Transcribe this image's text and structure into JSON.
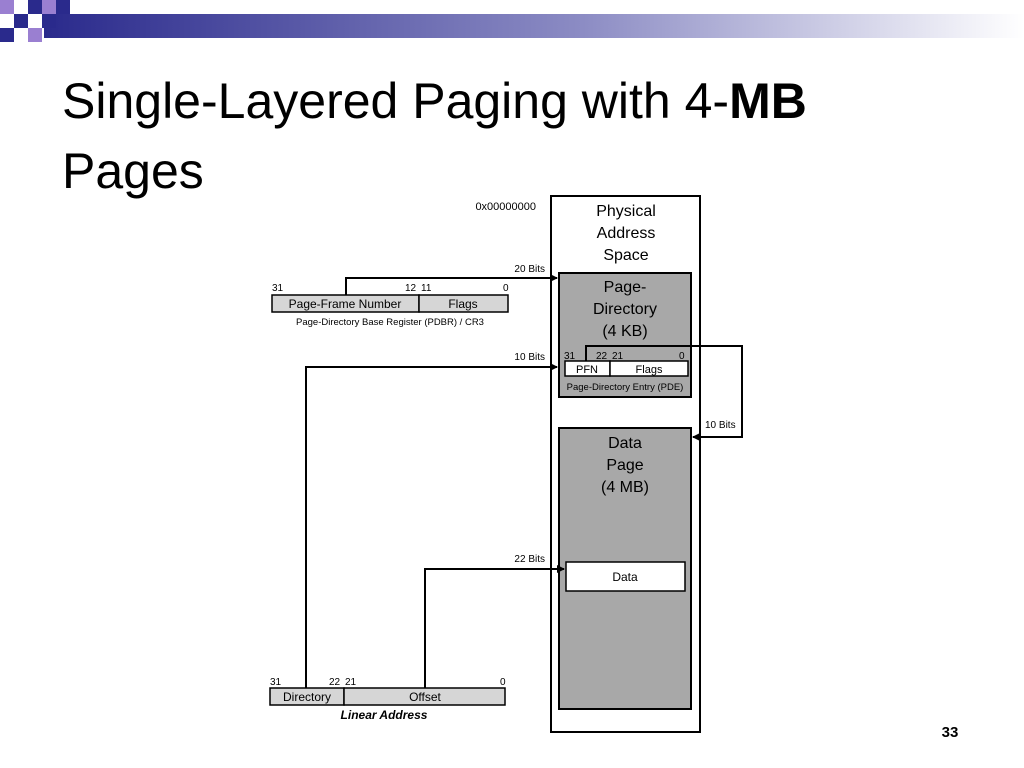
{
  "slide": {
    "title_part1": "Single-Layered Paging with 4-",
    "title_bold": "MB",
    "title_part2": "Pages",
    "number": "33"
  },
  "diagram": {
    "address_zero": "0x00000000",
    "physical_space": [
      "Physical",
      "Address",
      "Space"
    ],
    "page_directory": [
      "Page-",
      "Directory",
      "(4 KB)"
    ],
    "data_page": [
      "Data",
      "Page",
      "(4 MB)"
    ],
    "pdbr": {
      "bit_31": "31",
      "bit_12": "12",
      "bit_11": "11",
      "bit_0": "0",
      "field_pfn": "Page-Frame Number",
      "field_flags": "Flags",
      "caption": "Page-Directory Base Register (PDBR) / CR3"
    },
    "pde": {
      "bit_31": "31",
      "bit_22": "22",
      "bit_21": "21",
      "bit_0": "0",
      "field_pfn": "PFN",
      "field_flags": "Flags",
      "caption": "Page-Directory Entry (PDE)"
    },
    "linear": {
      "bit_31": "31",
      "bit_22": "22",
      "bit_21": "21",
      "bit_0": "0",
      "field_directory": "Directory",
      "field_offset": "Offset",
      "caption": "Linear Address"
    },
    "data_box": "Data",
    "arrows": {
      "pdbr_to_directory": "20 Bits",
      "directory_index": "10 Bits",
      "pde_to_data_page": "10 Bits",
      "offset_to_data": "22 Bits"
    }
  }
}
